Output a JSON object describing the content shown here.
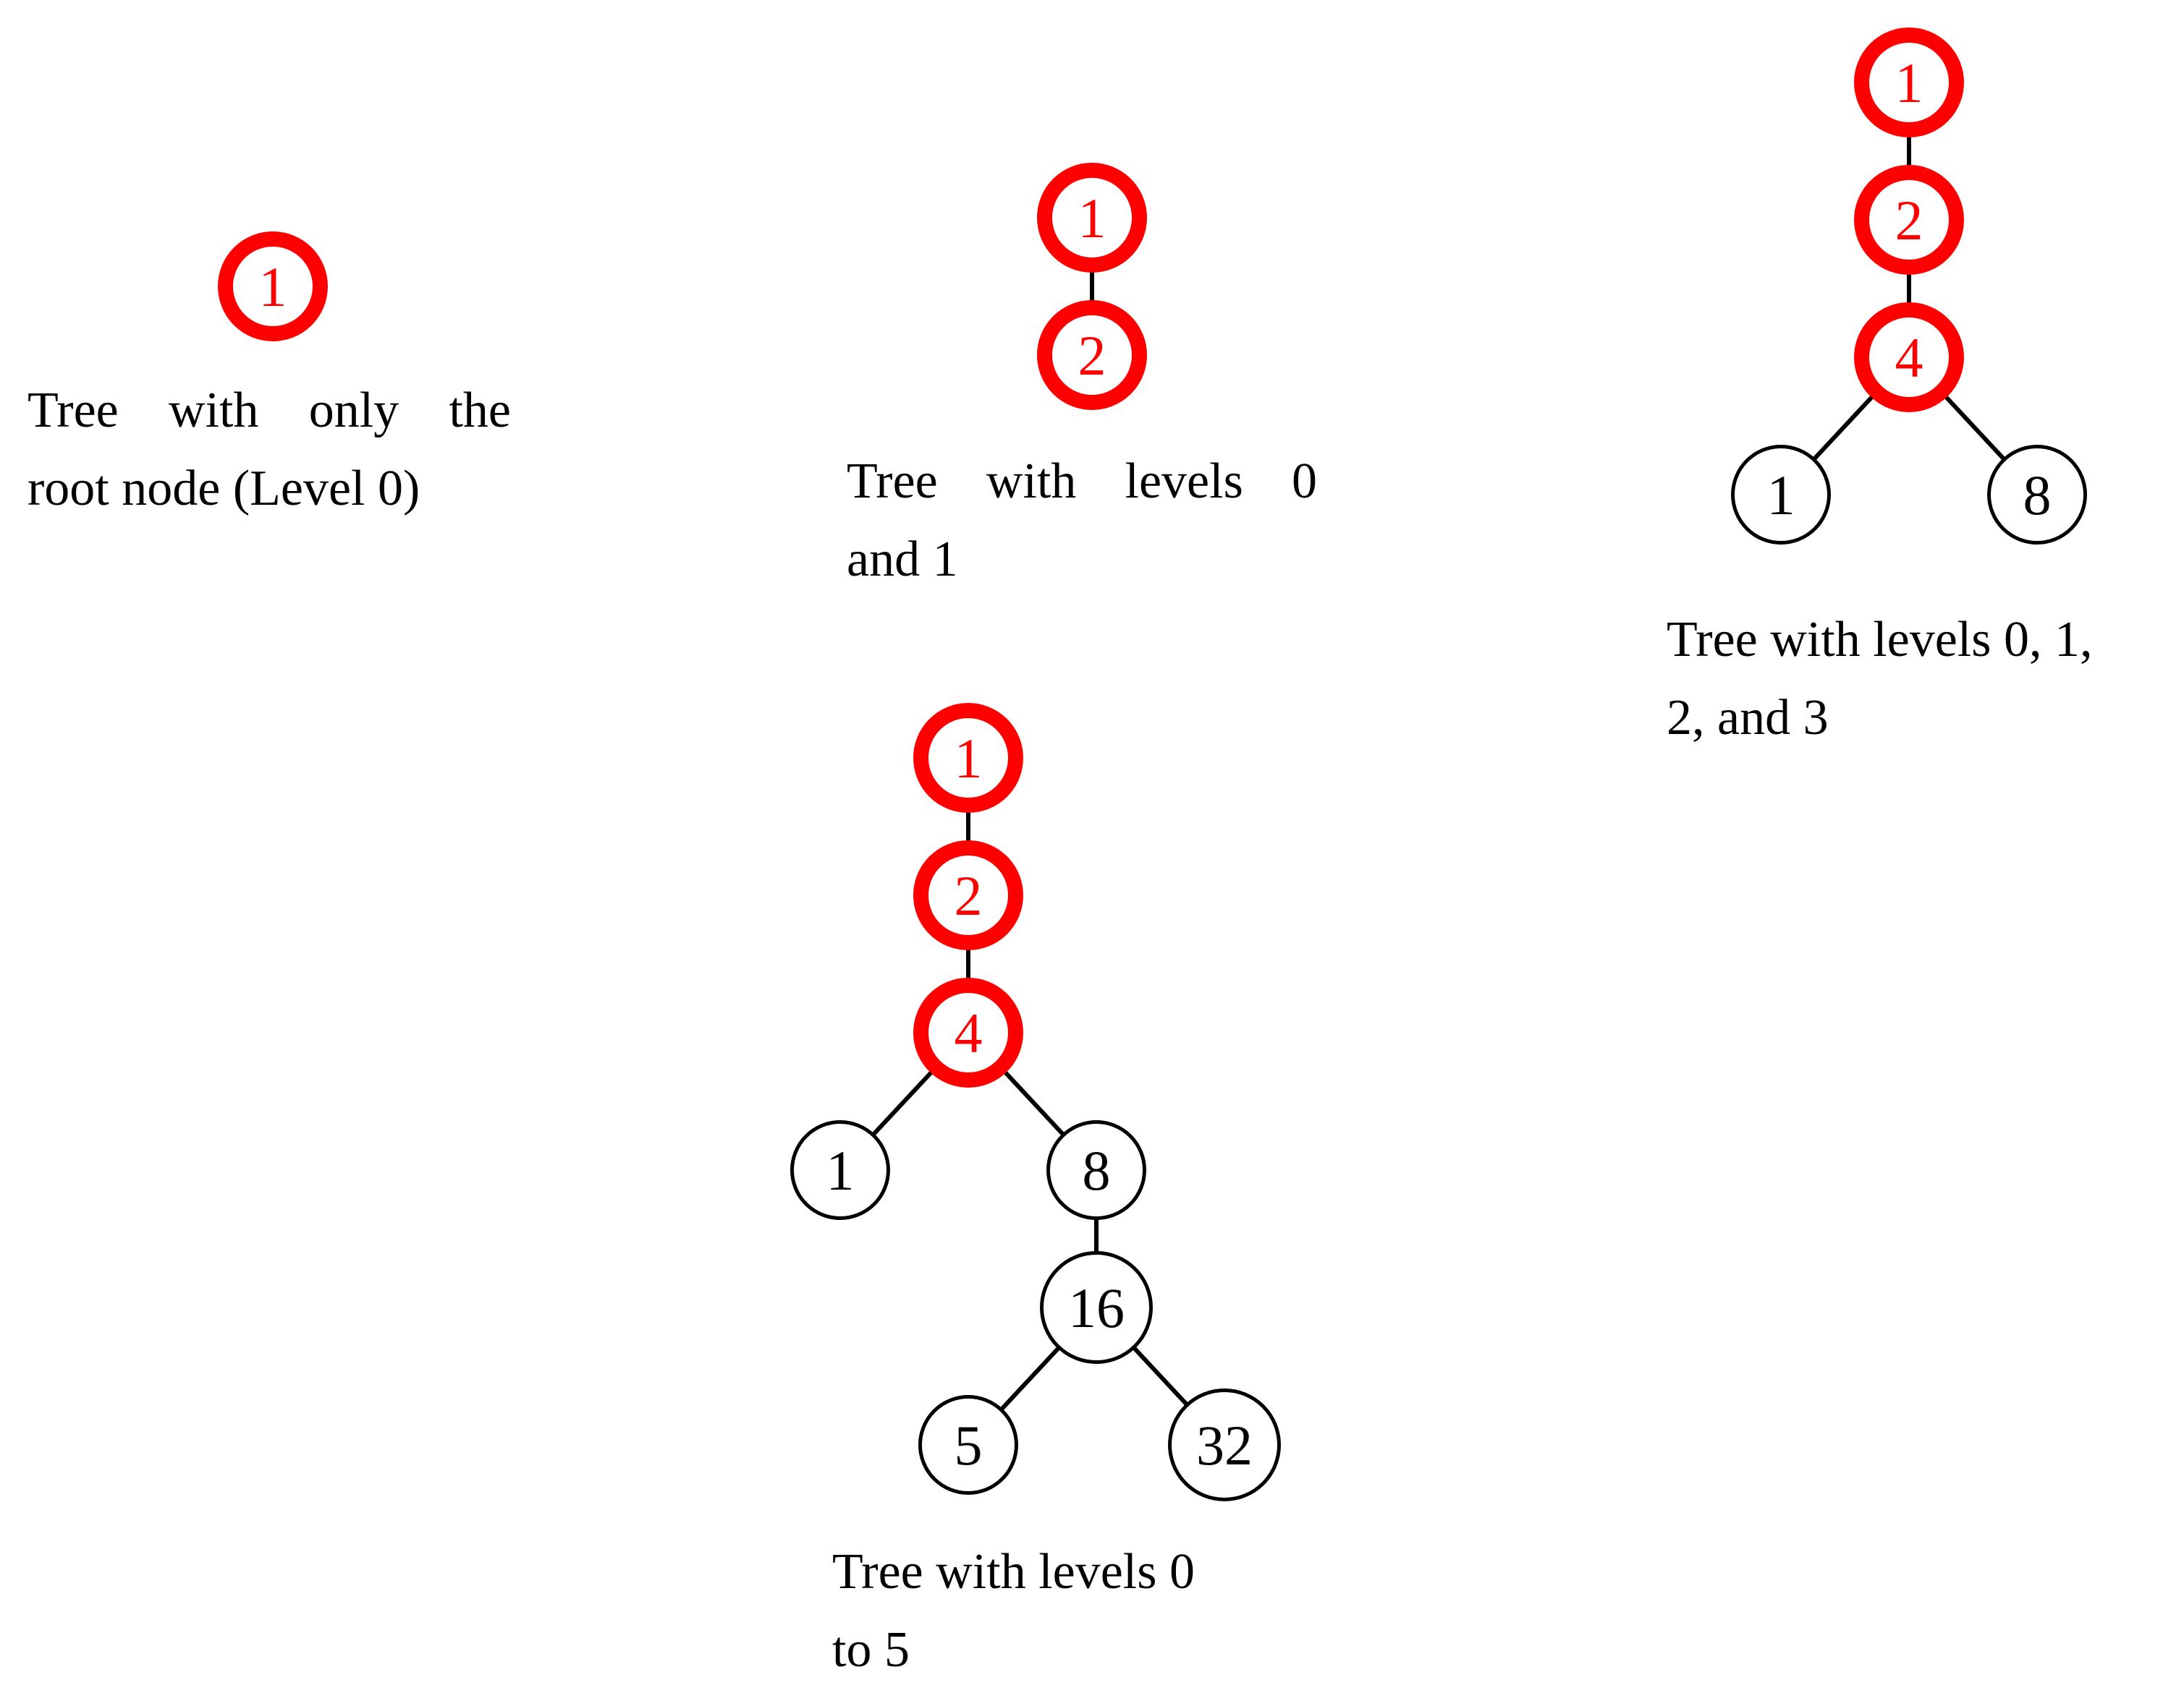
{
  "figure": {
    "background": "#ffffff",
    "colors": {
      "highlight": "#ff0000",
      "normal": "#000000"
    },
    "trees": [
      {
        "name": "level-0",
        "caption": {
          "line1": "Tree with only the",
          "line2": "root node (Level 0)"
        },
        "nodes": [
          {
            "label": "1",
            "highlighted": true,
            "col": 0,
            "level": 0
          }
        ],
        "edges": []
      },
      {
        "name": "levels-0-1",
        "caption": {
          "line1": "Tree with levels 0",
          "line2": "and 1"
        },
        "nodes": [
          {
            "label": "1",
            "highlighted": true,
            "col": 0,
            "level": 0
          },
          {
            "label": "2",
            "highlighted": true,
            "col": 0,
            "level": 1
          }
        ],
        "edges": [
          [
            0,
            1
          ]
        ]
      },
      {
        "name": "levels-0-1-2-3",
        "caption": {
          "line1": "Tree with levels 0, 1,",
          "line2": "2, and 3"
        },
        "nodes": [
          {
            "label": "1",
            "highlighted": true,
            "col": 0,
            "level": 0
          },
          {
            "label": "2",
            "highlighted": true,
            "col": 0,
            "level": 1
          },
          {
            "label": "4",
            "highlighted": true,
            "col": 0,
            "level": 2
          },
          {
            "label": "1",
            "highlighted": false,
            "col": -1,
            "level": 3
          },
          {
            "label": "8",
            "highlighted": false,
            "col": 1,
            "level": 3
          }
        ],
        "edges": [
          [
            0,
            1
          ],
          [
            1,
            2
          ],
          [
            2,
            3
          ],
          [
            2,
            4
          ]
        ]
      },
      {
        "name": "levels-0-to-5",
        "caption": {
          "line1": "Tree with levels 0",
          "line2": "to 5"
        },
        "nodes": [
          {
            "label": "1",
            "highlighted": true,
            "col": 0,
            "level": 0
          },
          {
            "label": "2",
            "highlighted": true,
            "col": 0,
            "level": 1
          },
          {
            "label": "4",
            "highlighted": true,
            "col": 0,
            "level": 2
          },
          {
            "label": "1",
            "highlighted": false,
            "col": -1,
            "level": 3
          },
          {
            "label": "8",
            "highlighted": false,
            "col": 1,
            "level": 3
          },
          {
            "label": "16",
            "highlighted": false,
            "col": 1,
            "level": 4
          },
          {
            "label": "5",
            "highlighted": false,
            "col": 0,
            "level": 5
          },
          {
            "label": "32",
            "highlighted": false,
            "col": 2,
            "level": 5
          }
        ],
        "edges": [
          [
            0,
            1
          ],
          [
            1,
            2
          ],
          [
            2,
            3
          ],
          [
            2,
            4
          ],
          [
            4,
            5
          ],
          [
            5,
            6
          ],
          [
            5,
            7
          ]
        ]
      }
    ]
  }
}
